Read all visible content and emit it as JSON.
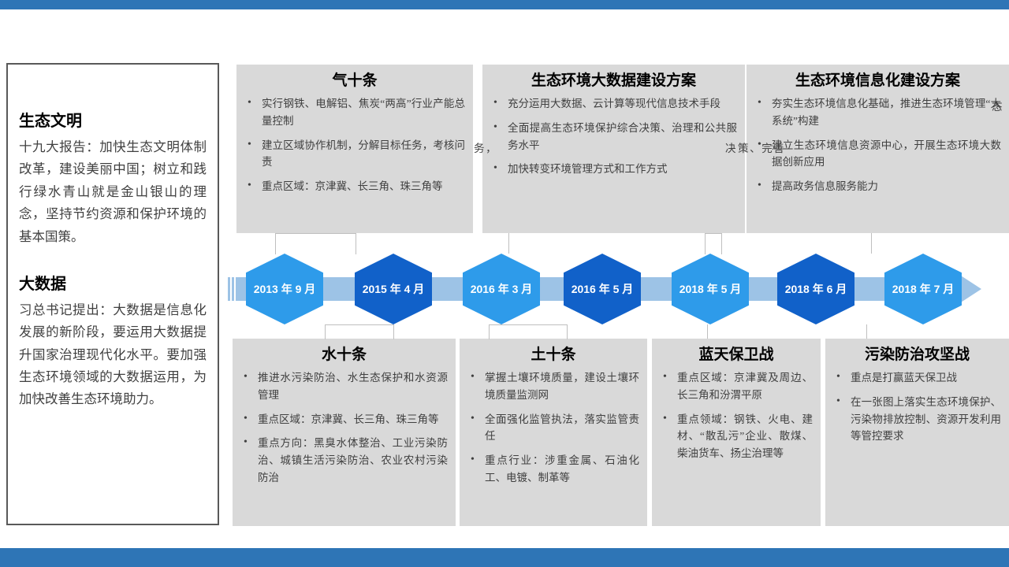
{
  "theme": {
    "bar_color": "#2e75b6",
    "card_bg": "#d9d9d9",
    "track_color": "#9dc3e6",
    "hex_light": "#2e9bea",
    "hex_dark": "#1161c9",
    "connector_color": "#bfbfbf",
    "box_border": "#595959"
  },
  "left_panel": {
    "sections": [
      {
        "heading": "生态文明",
        "body": "十九大报告：加快生态文明体制改革，建设美丽中国；树立和践行绿水青山就是金山银山的理念，坚持节约资源和保护环境的基本国策。"
      },
      {
        "heading": "大数据",
        "body": "习总书记提出：大数据是信息化发展的新阶段，要运用大数据提升国家治理现代化水平。要加强生态环境领域的大数据运用，为加快改善生态环境助力。"
      }
    ]
  },
  "top_cards": [
    {
      "id": "qi",
      "title": "气十条",
      "bullets": [
        "实行钢铁、电解铝、焦炭“两高”行业产能总量控制",
        "建立区域协作机制，分解目标任务，考核问责",
        "重点区域：京津冀、长三角、珠三角等"
      ]
    },
    {
      "id": "bigdata",
      "title": "生态环境大数据建设方案",
      "bullets": [
        "充分运用大数据、云计算等现代信息技术手段",
        "全面提高生态环境保护综合决策、治理和公共服务水平",
        "加快转变环境管理方式和工作方式"
      ]
    },
    {
      "id": "info",
      "title": "生态环境信息化建设方案",
      "bullets": [
        "夯实生态环境信息化基础，推进生态环境管理“大系统”构建",
        "建立生态环境信息资源中心，开展生态环境大数据创新应用",
        "提高政务信息服务能力"
      ]
    }
  ],
  "bottom_cards": [
    {
      "id": "shui",
      "title": "水十条",
      "bullets": [
        "推进水污染防治、水生态保护和水资源管理",
        "重点区域：京津冀、长三角、珠三角等",
        "重点方向：黑臭水体整治、工业污染防治、城镇生活污染防治、农业农村污染防治"
      ]
    },
    {
      "id": "tu",
      "title": "土十条",
      "bullets": [
        "掌握土壤环境质量，建设土壤环境质量监测网",
        "全面强化监管执法，落实监管责任",
        "重点行业：涉重金属、石油化工、电镀、制革等"
      ]
    },
    {
      "id": "lan",
      "title": "蓝天保卫战",
      "bullets": [
        "重点区域：京津冀及周边、长三角和汾渭平原",
        "重点领域：钢铁、火电、建材、“散乱污”企业、散煤、柴油货车、扬尘治理等"
      ]
    },
    {
      "id": "wuran",
      "title": "污染防治攻坚战",
      "bullets": [
        "重点是打赢蓝天保卫战",
        "在一张图上落实生态环境保护、污染物排放控制、资源开发利用等管控要求"
      ]
    }
  ],
  "overflow_fragments": [
    {
      "id": "frag-qi-tail",
      "text": "务，"
    },
    {
      "id": "frag-bigdata-tail",
      "text": "策、完善"
    },
    {
      "id": "frag-bigdata-right",
      "text": "决"
    },
    {
      "id": "frag-info-right",
      "text": "态"
    }
  ],
  "timeline": {
    "milestones": [
      {
        "label": "2013 年 9 月",
        "tone": "light"
      },
      {
        "label": "2015 年 4 月",
        "tone": "dark"
      },
      {
        "label": "2016 年 3 月",
        "tone": "light"
      },
      {
        "label": "2016 年 5 月",
        "tone": "dark"
      },
      {
        "label": "2018 年 5 月",
        "tone": "light"
      },
      {
        "label": "2018 年 6 月",
        "tone": "dark"
      },
      {
        "label": "2018 年 7 月",
        "tone": "light"
      }
    ]
  }
}
